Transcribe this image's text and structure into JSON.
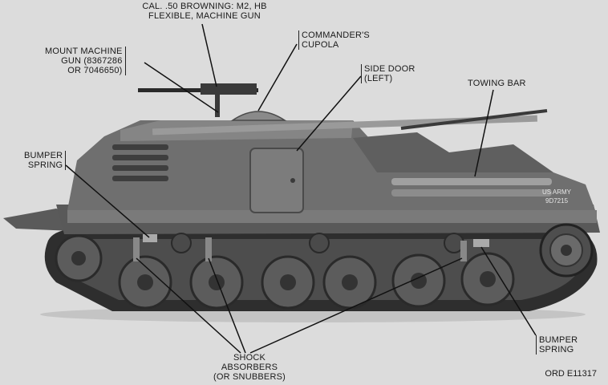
{
  "labels": {
    "browning": [
      "CAL. .50 BROWNING: M2, HB",
      "FLEXIBLE, MACHINE GUN"
    ],
    "mount": [
      "MOUNT MACHINE",
      "GUN (8367286",
      "OR 7046650)"
    ],
    "cupola": [
      "COMMANDER'S",
      "CUPOLA"
    ],
    "side_door": [
      "SIDE DOOR",
      "(LEFT)"
    ],
    "towing_bar": [
      "TOWING BAR"
    ],
    "bumper_left": [
      "BUMPER",
      "SPRING"
    ],
    "bumper_right": [
      "BUMPER",
      "SPRING"
    ],
    "shock": [
      "SHOCK",
      "ABSORBERS",
      "(OR SNUBBERS)"
    ]
  },
  "hull_marking": [
    "US ARMY",
    "9D7215"
  ],
  "ord_number": "ORD E11317",
  "colors": {
    "background": "#dcdcdc",
    "hull": "#6f6f6f",
    "hull_dark": "#4a4a4a",
    "track": "#2e2e2e",
    "wheel": "#5c5c5c",
    "leader_line": "#111111"
  }
}
